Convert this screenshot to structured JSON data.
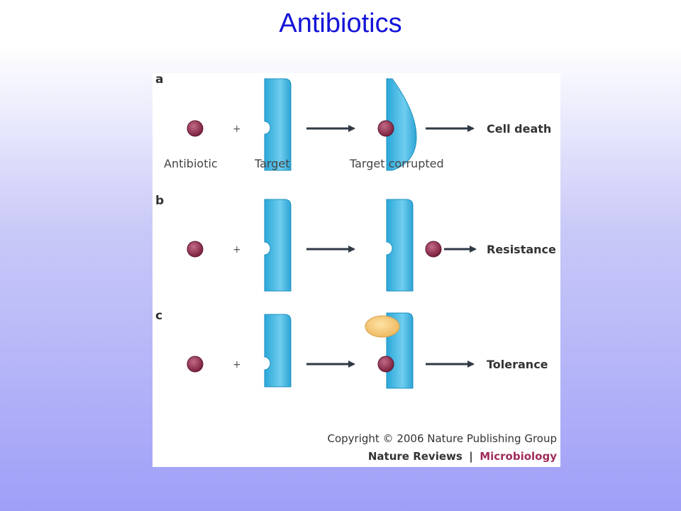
{
  "slide": {
    "title": "Antibiotics"
  },
  "figure": {
    "panels": [
      {
        "letter": "a",
        "outcome": "Cell death",
        "labels": {
          "antibiotic": "Antibiotic",
          "target": "Target",
          "result": "Target corrupted"
        }
      },
      {
        "letter": "b",
        "outcome": "Resistance"
      },
      {
        "letter": "c",
        "outcome": "Tolerance"
      }
    ],
    "plus_sign": "+",
    "copyright": "Copyright © 2006 Nature Publishing Group",
    "journal": "Nature Reviews",
    "journal_separator": "|",
    "journal_section": "Microbiology"
  },
  "colors": {
    "title": "#1414d8",
    "antibiotic": "#8b2a4a",
    "target": "#3fb6e0",
    "tolerance_protein": "#f7cd7e",
    "arrow": "#2f3a44",
    "journal_section": "#a02c5a"
  }
}
